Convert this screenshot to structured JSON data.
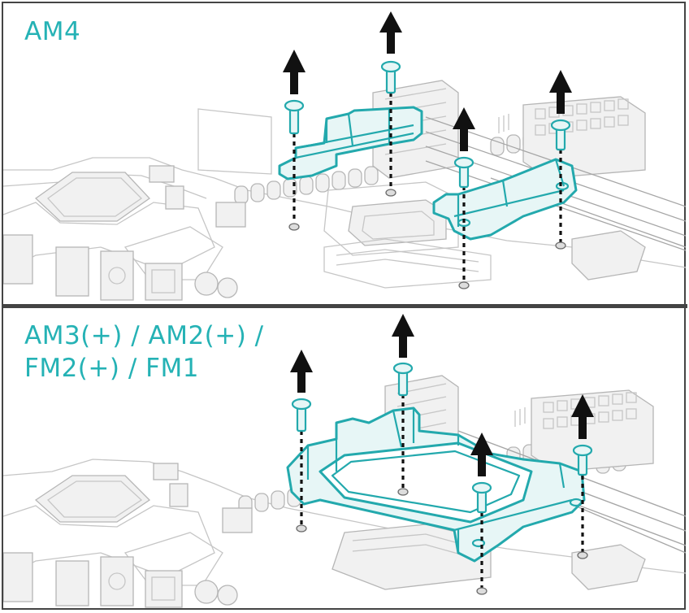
{
  "panels": {
    "top": {
      "label_lines": [
        "AM4"
      ]
    },
    "bottom": {
      "label_lines": [
        "AM3(+) / AM2(+) /",
        "FM2(+) / FM1"
      ]
    }
  },
  "colors": {
    "accent": "#25b2b5",
    "frame": "#444444",
    "arrow": "#111111",
    "motherboard_lines": "#c6c6c6"
  },
  "icons": [
    "screw-icon",
    "up-arrow-icon",
    "mounting-hole-icon"
  ]
}
